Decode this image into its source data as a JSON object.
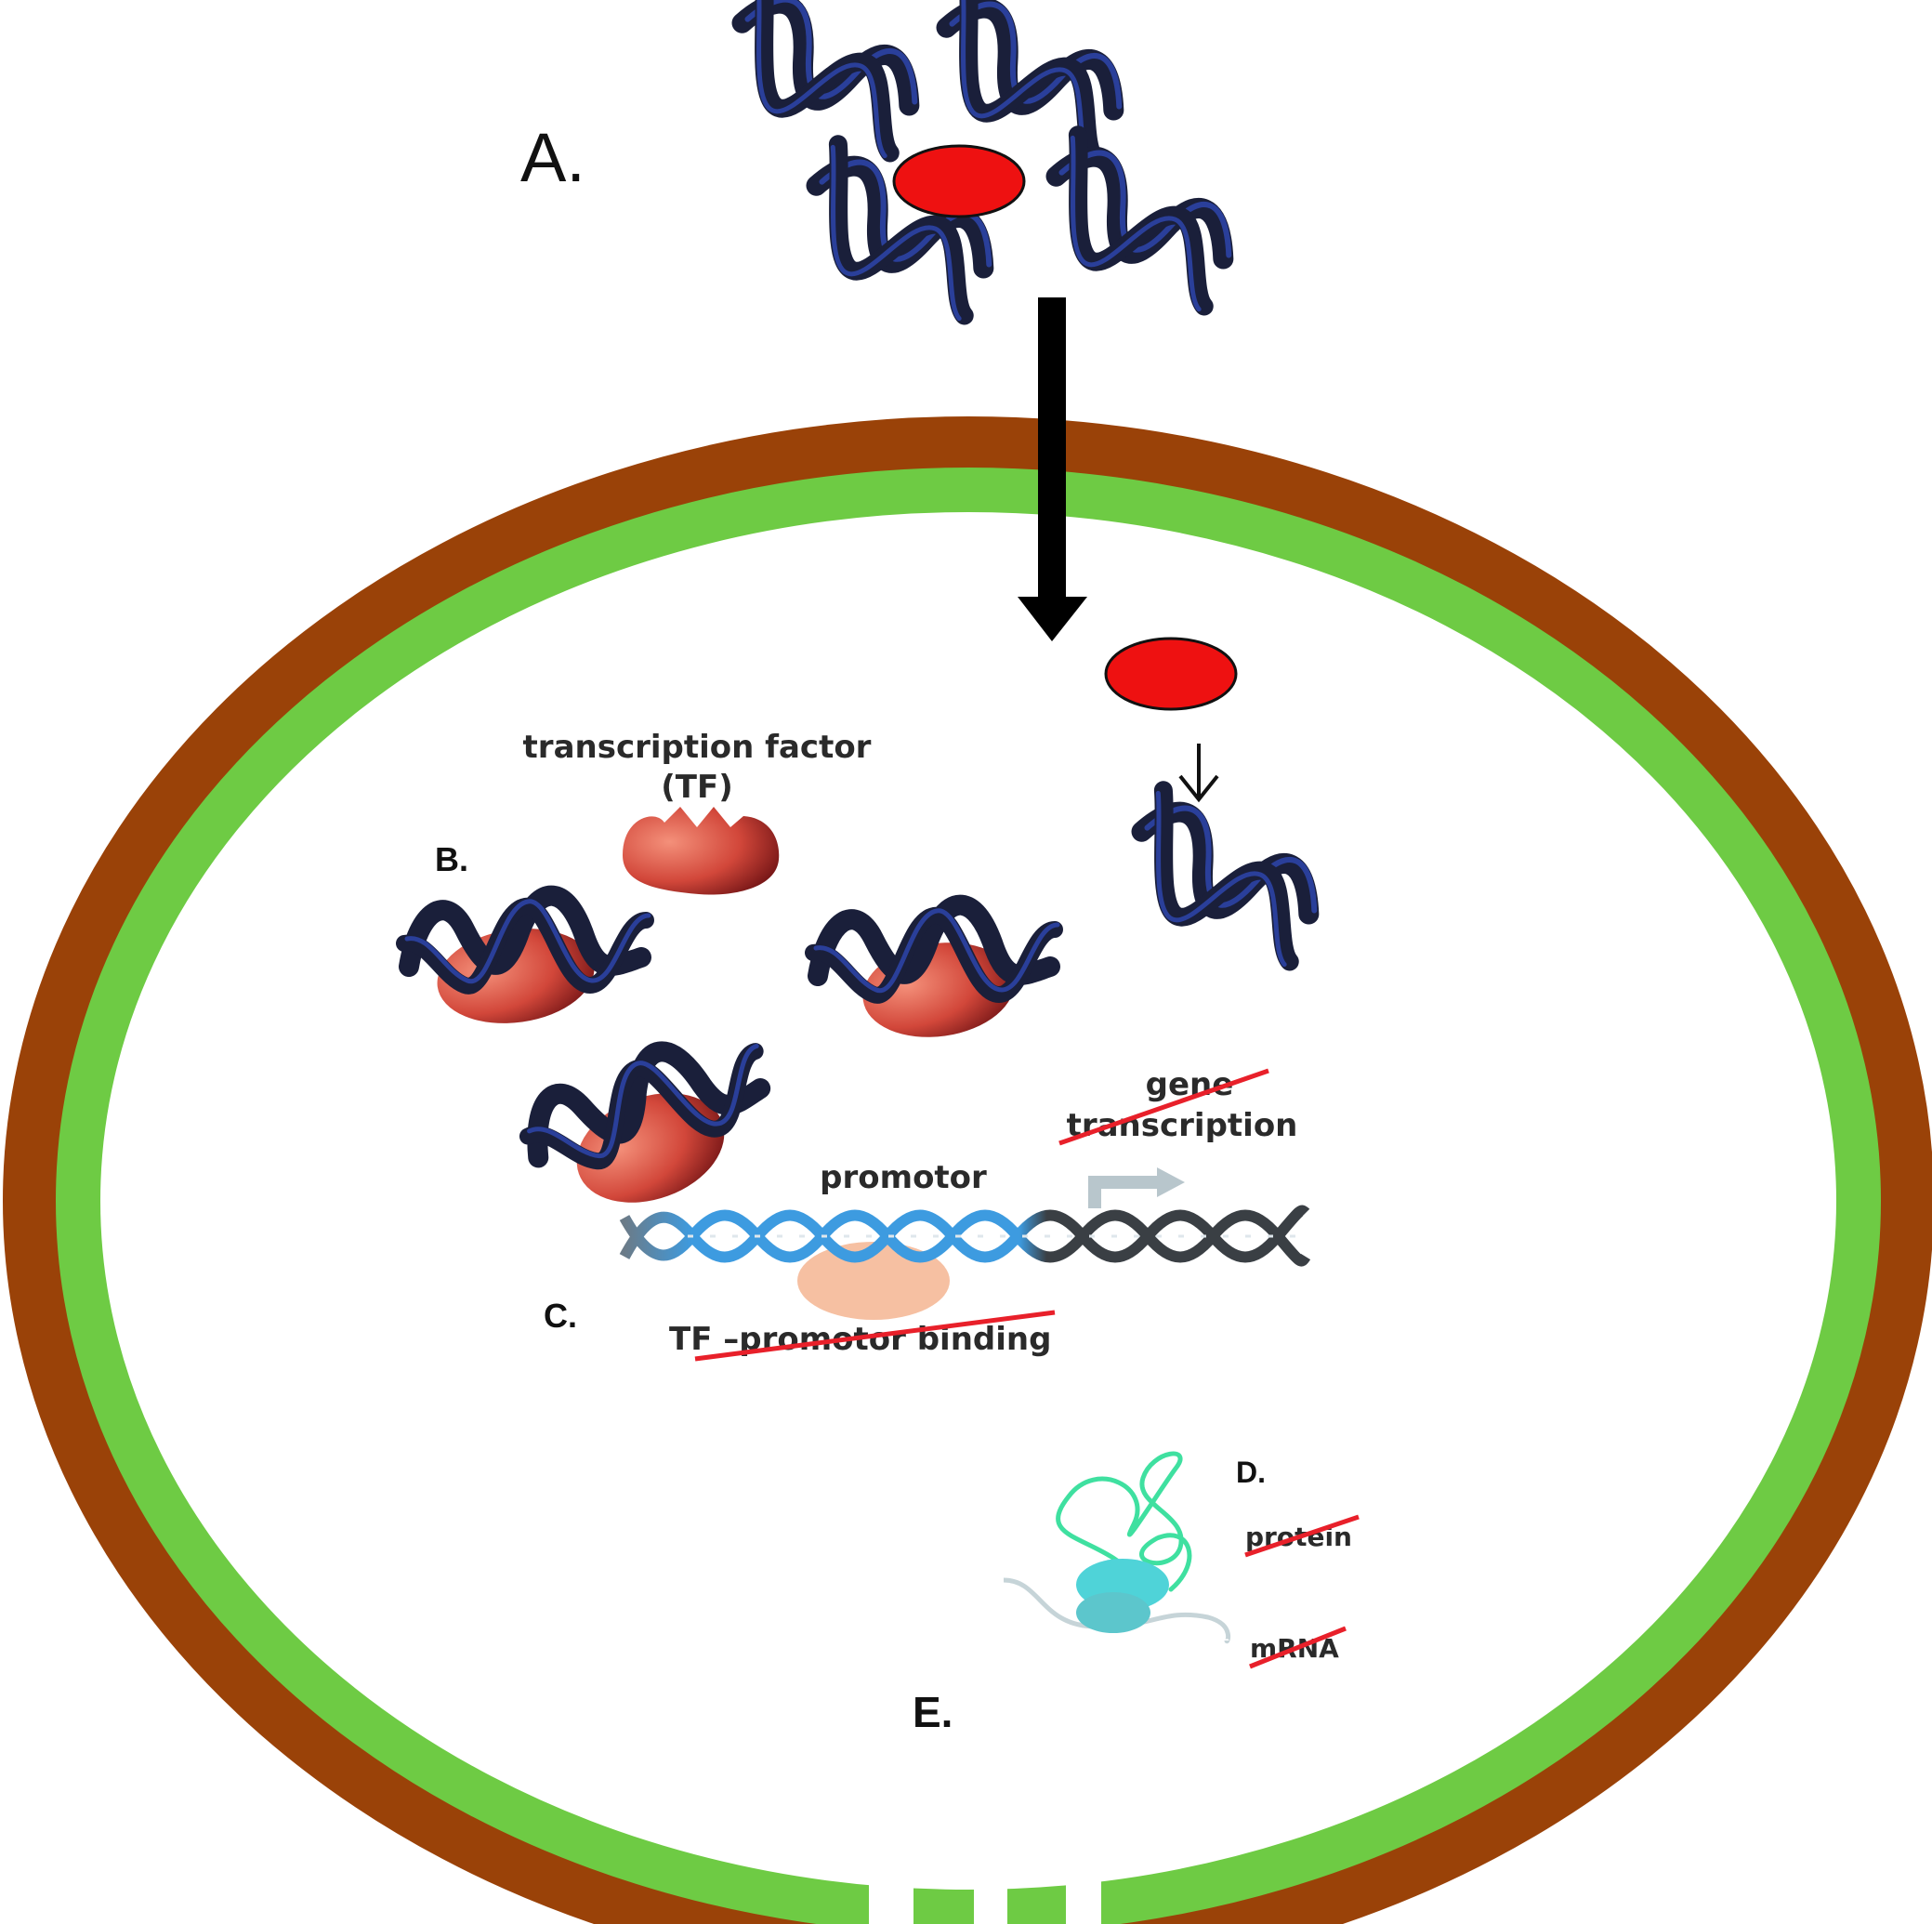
{
  "labels": {
    "a": "A.",
    "b": "B.",
    "c": "C.",
    "d": "D.",
    "e": "E.",
    "transcription_factor": "transcription factor",
    "tf_abbrev": "(TF)",
    "gene": "gene",
    "transcription": "transcription",
    "promotor": "promotor",
    "tf_promotor_binding": "TF –promotor binding",
    "protein": "protein",
    "mrna": "mRNA"
  },
  "colors": {
    "outer_membrane": "#9a4208",
    "inner_membrane": "#6ecb44",
    "ligand": "#ee1111",
    "dna_dark": "#1a1f3a",
    "dna_blue": "#2a3f9a",
    "tf_light": "#f0806a",
    "tf_dark": "#8e2020",
    "promoter_blue": "#3d9be0",
    "strikethrough": "#e8202a",
    "protein_green": "#3fe0a0",
    "ribosome": "#4fd3d8"
  }
}
